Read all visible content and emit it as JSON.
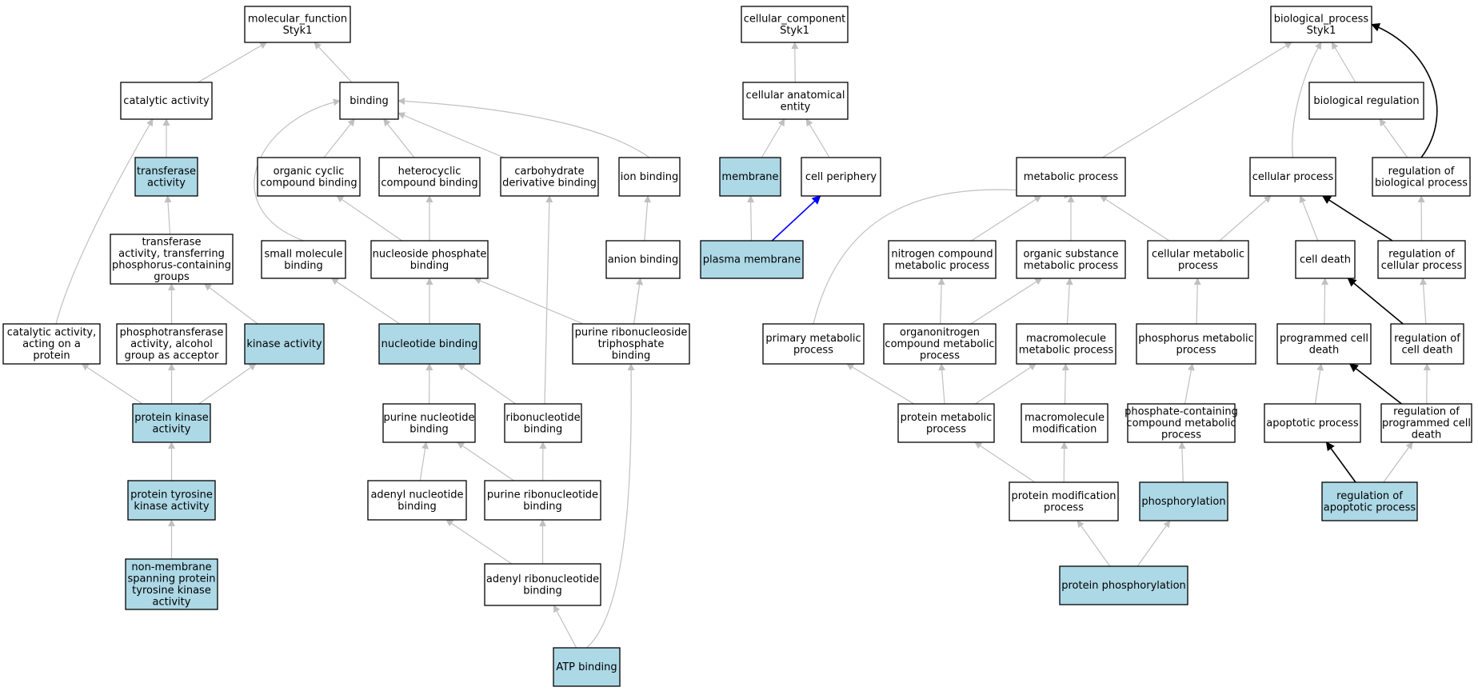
{
  "colors": {
    "highlight": "#add8e6",
    "plain": "#ffffff",
    "edge_gray": "#c0c0c0",
    "edge_black": "#000000",
    "edge_blue": "#0000ff"
  },
  "nodes": {
    "mf": {
      "lines": [
        "molecular_function",
        "Styk1"
      ],
      "hl": false
    },
    "cat": {
      "lines": [
        "catalytic activity"
      ],
      "hl": false
    },
    "bind": {
      "lines": [
        "binding"
      ],
      "hl": false
    },
    "trans": {
      "lines": [
        "transferase",
        "activity"
      ],
      "hl": true
    },
    "occ": {
      "lines": [
        "organic cyclic",
        "compound binding"
      ],
      "hl": false
    },
    "hcb": {
      "lines": [
        "heterocyclic",
        "compound binding"
      ],
      "hl": false
    },
    "cdb": {
      "lines": [
        "carbohydrate",
        "derivative binding"
      ],
      "hl": false
    },
    "ion": {
      "lines": [
        "ion binding"
      ],
      "hl": false
    },
    "tatp": {
      "lines": [
        "transferase",
        "activity, transferring",
        "phosphorus-containing",
        "groups"
      ],
      "hl": false
    },
    "smb": {
      "lines": [
        "small molecule",
        "binding"
      ],
      "hl": false
    },
    "npb": {
      "lines": [
        "nucleoside phosphate",
        "binding"
      ],
      "hl": false
    },
    "anb": {
      "lines": [
        "anion binding"
      ],
      "hl": false
    },
    "cap": {
      "lines": [
        "catalytic activity,",
        "acting on a",
        "protein"
      ],
      "hl": false
    },
    "ptaa": {
      "lines": [
        "phosphotransferase",
        "activity, alcohol",
        "group as acceptor"
      ],
      "hl": false
    },
    "kin": {
      "lines": [
        "kinase activity"
      ],
      "hl": true
    },
    "nucb": {
      "lines": [
        "nucleotide binding"
      ],
      "hl": true
    },
    "prtb": {
      "lines": [
        "purine ribonucleoside",
        "triphosphate",
        "binding"
      ],
      "hl": false
    },
    "pka": {
      "lines": [
        "protein kinase",
        "activity"
      ],
      "hl": true
    },
    "pnb": {
      "lines": [
        "purine nucleotide",
        "binding"
      ],
      "hl": false
    },
    "rnb": {
      "lines": [
        "ribonucleotide",
        "binding"
      ],
      "hl": false
    },
    "ptk": {
      "lines": [
        "protein tyrosine",
        "kinase activity"
      ],
      "hl": true
    },
    "anub": {
      "lines": [
        "adenyl nucleotide",
        "binding"
      ],
      "hl": false
    },
    "prnb": {
      "lines": [
        "purine ribonucleotide",
        "binding"
      ],
      "hl": false
    },
    "nmsp": {
      "lines": [
        "non-membrane",
        "spanning protein",
        "tyrosine kinase",
        "activity"
      ],
      "hl": true
    },
    "arnb": {
      "lines": [
        "adenyl ribonucleotide",
        "binding"
      ],
      "hl": false
    },
    "atp": {
      "lines": [
        "ATP binding"
      ],
      "hl": true
    },
    "cc": {
      "lines": [
        "cellular_component",
        "Styk1"
      ],
      "hl": false
    },
    "cae": {
      "lines": [
        "cellular anatomical",
        "entity"
      ],
      "hl": false
    },
    "mem": {
      "lines": [
        "membrane"
      ],
      "hl": true
    },
    "cper": {
      "lines": [
        "cell periphery"
      ],
      "hl": false
    },
    "pmem": {
      "lines": [
        "plasma membrane"
      ],
      "hl": true
    },
    "bp": {
      "lines": [
        "biological_process",
        "Styk1"
      ],
      "hl": false
    },
    "breg": {
      "lines": [
        "biological regulation"
      ],
      "hl": false
    },
    "metp": {
      "lines": [
        "metabolic process"
      ],
      "hl": false
    },
    "cellp": {
      "lines": [
        "cellular process"
      ],
      "hl": false
    },
    "rbp": {
      "lines": [
        "regulation of",
        "biological process"
      ],
      "hl": false
    },
    "ncmp": {
      "lines": [
        "nitrogen compound",
        "metabolic process"
      ],
      "hl": false
    },
    "osmp": {
      "lines": [
        "organic substance",
        "metabolic process"
      ],
      "hl": false
    },
    "cmp": {
      "lines": [
        "cellular metabolic",
        "process"
      ],
      "hl": false
    },
    "cdth": {
      "lines": [
        "cell death"
      ],
      "hl": false
    },
    "rcp": {
      "lines": [
        "regulation of",
        "cellular process"
      ],
      "hl": false
    },
    "pmp": {
      "lines": [
        "primary metabolic",
        "process"
      ],
      "hl": false
    },
    "oncmp": {
      "lines": [
        "organonitrogen",
        "compound metabolic",
        "process"
      ],
      "hl": false
    },
    "mmp": {
      "lines": [
        "macromolecule",
        "metabolic process"
      ],
      "hl": false
    },
    "phmp": {
      "lines": [
        "phosphorus metabolic",
        "process"
      ],
      "hl": false
    },
    "pcd": {
      "lines": [
        "programmed cell",
        "death"
      ],
      "hl": false
    },
    "rcd": {
      "lines": [
        "regulation of",
        "cell death"
      ],
      "hl": false
    },
    "prmp": {
      "lines": [
        "protein metabolic",
        "process"
      ],
      "hl": false
    },
    "mmod": {
      "lines": [
        "macromolecule",
        "modification"
      ],
      "hl": false
    },
    "pccmp": {
      "lines": [
        "phosphate-containing",
        "compound metabolic",
        "process"
      ],
      "hl": false
    },
    "apop": {
      "lines": [
        "apoptotic process"
      ],
      "hl": false
    },
    "rpcd": {
      "lines": [
        "regulation of",
        "programmed cell",
        "death"
      ],
      "hl": false
    },
    "pmod": {
      "lines": [
        "protein modification",
        "process"
      ],
      "hl": false
    },
    "phos": {
      "lines": [
        "phosphorylation"
      ],
      "hl": true
    },
    "rap": {
      "lines": [
        "regulation of",
        "apoptotic process"
      ],
      "hl": true
    },
    "pphos": {
      "lines": [
        "protein phosphorylation"
      ],
      "hl": true
    }
  },
  "edges": [
    {
      "from": "cat",
      "to": "mf",
      "color": "gray"
    },
    {
      "from": "bind",
      "to": "mf",
      "color": "gray"
    },
    {
      "from": "trans",
      "to": "cat",
      "color": "gray"
    },
    {
      "from": "cap",
      "to": "cat",
      "color": "gray"
    },
    {
      "from": "occ",
      "to": "bind",
      "color": "gray"
    },
    {
      "from": "hcb",
      "to": "bind",
      "color": "gray"
    },
    {
      "from": "cdb",
      "to": "bind",
      "color": "gray"
    },
    {
      "from": "ion",
      "to": "bind",
      "color": "gray"
    },
    {
      "from": "smb",
      "to": "bind",
      "color": "gray"
    },
    {
      "from": "tatp",
      "to": "trans",
      "color": "gray"
    },
    {
      "from": "npb",
      "to": "occ",
      "color": "gray"
    },
    {
      "from": "npb",
      "to": "hcb",
      "color": "gray"
    },
    {
      "from": "anb",
      "to": "ion",
      "color": "gray"
    },
    {
      "from": "ptaa",
      "to": "tatp",
      "color": "gray"
    },
    {
      "from": "kin",
      "to": "tatp",
      "color": "gray"
    },
    {
      "from": "nucb",
      "to": "smb",
      "color": "gray"
    },
    {
      "from": "nucb",
      "to": "npb",
      "color": "gray"
    },
    {
      "from": "prtb",
      "to": "npb",
      "color": "gray"
    },
    {
      "from": "prtb",
      "to": "anb",
      "color": "gray"
    },
    {
      "from": "pka",
      "to": "cap",
      "color": "gray"
    },
    {
      "from": "pka",
      "to": "ptaa",
      "color": "gray"
    },
    {
      "from": "pka",
      "to": "kin",
      "color": "gray"
    },
    {
      "from": "pnb",
      "to": "nucb",
      "color": "gray"
    },
    {
      "from": "rnb",
      "to": "nucb",
      "color": "gray"
    },
    {
      "from": "rnb",
      "to": "cdb",
      "color": "gray"
    },
    {
      "from": "ptk",
      "to": "pka",
      "color": "gray"
    },
    {
      "from": "anub",
      "to": "pnb",
      "color": "gray"
    },
    {
      "from": "prnb",
      "to": "pnb",
      "color": "gray"
    },
    {
      "from": "prnb",
      "to": "rnb",
      "color": "gray"
    },
    {
      "from": "nmsp",
      "to": "ptk",
      "color": "gray"
    },
    {
      "from": "arnb",
      "to": "anub",
      "color": "gray"
    },
    {
      "from": "arnb",
      "to": "prnb",
      "color": "gray"
    },
    {
      "from": "atp",
      "to": "arnb",
      "color": "gray"
    },
    {
      "from": "atp",
      "to": "prtb",
      "color": "gray"
    },
    {
      "from": "cae",
      "to": "cc",
      "color": "gray"
    },
    {
      "from": "mem",
      "to": "cae",
      "color": "gray"
    },
    {
      "from": "cper",
      "to": "cae",
      "color": "gray"
    },
    {
      "from": "pmem",
      "to": "mem",
      "color": "gray"
    },
    {
      "from": "pmem",
      "to": "cper",
      "color": "blue"
    },
    {
      "from": "metp",
      "to": "bp",
      "color": "gray"
    },
    {
      "from": "cellp",
      "to": "bp",
      "color": "gray"
    },
    {
      "from": "breg",
      "to": "bp",
      "color": "gray"
    },
    {
      "from": "rbp",
      "to": "bp",
      "color": "black"
    },
    {
      "from": "rbp",
      "to": "breg",
      "color": "gray"
    },
    {
      "from": "ncmp",
      "to": "metp",
      "color": "gray"
    },
    {
      "from": "osmp",
      "to": "metp",
      "color": "gray"
    },
    {
      "from": "cmp",
      "to": "metp",
      "color": "gray"
    },
    {
      "from": "pmp",
      "to": "metp",
      "color": "gray"
    },
    {
      "from": "cmp",
      "to": "cellp",
      "color": "gray"
    },
    {
      "from": "cdth",
      "to": "cellp",
      "color": "gray"
    },
    {
      "from": "rcp",
      "to": "cellp",
      "color": "black"
    },
    {
      "from": "rcp",
      "to": "rbp",
      "color": "gray"
    },
    {
      "from": "oncmp",
      "to": "ncmp",
      "color": "gray"
    },
    {
      "from": "oncmp",
      "to": "osmp",
      "color": "gray"
    },
    {
      "from": "mmp",
      "to": "osmp",
      "color": "gray"
    },
    {
      "from": "phmp",
      "to": "cmp",
      "color": "gray"
    },
    {
      "from": "pcd",
      "to": "cdth",
      "color": "gray"
    },
    {
      "from": "rcd",
      "to": "cdth",
      "color": "black"
    },
    {
      "from": "rcd",
      "to": "rcp",
      "color": "gray"
    },
    {
      "from": "prmp",
      "to": "pmp",
      "color": "gray"
    },
    {
      "from": "prmp",
      "to": "oncmp",
      "color": "gray"
    },
    {
      "from": "prmp",
      "to": "mmp",
      "color": "gray"
    },
    {
      "from": "mmod",
      "to": "mmp",
      "color": "gray"
    },
    {
      "from": "pccmp",
      "to": "phmp",
      "color": "gray"
    },
    {
      "from": "apop",
      "to": "pcd",
      "color": "gray"
    },
    {
      "from": "rpcd",
      "to": "pcd",
      "color": "black"
    },
    {
      "from": "rpcd",
      "to": "rcd",
      "color": "gray"
    },
    {
      "from": "pmod",
      "to": "prmp",
      "color": "gray"
    },
    {
      "from": "pmod",
      "to": "mmod",
      "color": "gray"
    },
    {
      "from": "phos",
      "to": "pccmp",
      "color": "gray"
    },
    {
      "from": "rap",
      "to": "apop",
      "color": "black"
    },
    {
      "from": "rap",
      "to": "rpcd",
      "color": "gray"
    },
    {
      "from": "pphos",
      "to": "pmod",
      "color": "gray"
    },
    {
      "from": "pphos",
      "to": "phos",
      "color": "gray"
    }
  ]
}
